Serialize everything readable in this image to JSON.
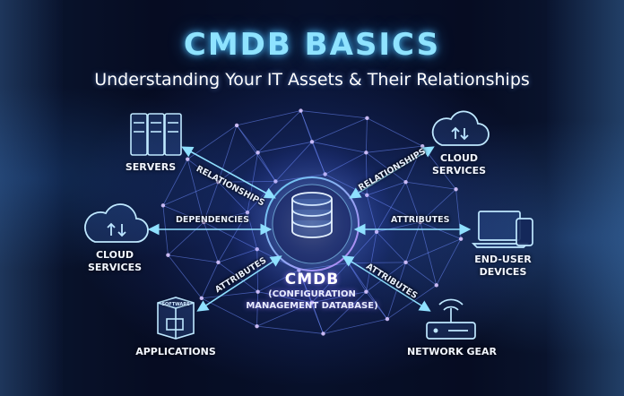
{
  "header": {
    "title": "CMDB BASICS",
    "subtitle": "Understanding Your IT Assets & Their Relationships"
  },
  "center": {
    "name": "CMDB",
    "full_name_line1": "(CONFIGURATION",
    "full_name_line2": "MANAGEMENT DATABASE)"
  },
  "nodes": {
    "servers": "SERVERS",
    "cloud_left_line1": "CLOUD",
    "cloud_left_line2": "SERVICES",
    "applications": "APPLICATIONS",
    "cloud_right_line1": "CLOUD",
    "cloud_right_line2": "SERVICES",
    "end_user_devices": "END-USER DEVICES",
    "network_gear": "NETWORK GEAR",
    "software_box": "SOFTWARE"
  },
  "edges": {
    "top_left": "RELATIONSHIPS",
    "top_right": "RELATIONSHIPS",
    "mid_left": "DEPENDENCIES",
    "mid_right": "ATTRIBUTES",
    "bottom_left": "ATTRIBUTES",
    "bottom_right": "ATTRIBUTES"
  },
  "colors": {
    "title": "#8fe3ff",
    "accent_cyan": "#5fd6ff",
    "accent_purple": "#b58cff",
    "mesh_node": "#d9c6ff"
  }
}
